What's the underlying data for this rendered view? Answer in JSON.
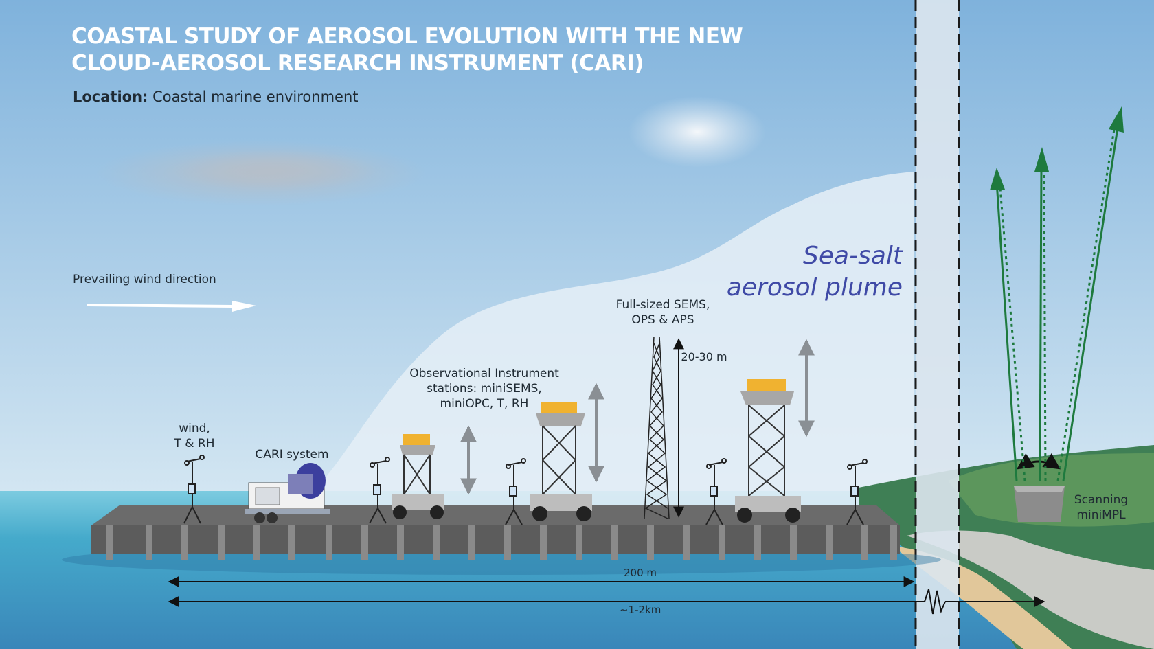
{
  "title": {
    "line1": "COASTAL STUDY OF AEROSOL EVOLUTION WITH THE NEW",
    "line2": "CLOUD-AEROSOL RESEARCH INSTRUMENT (CARI)"
  },
  "location": {
    "label": "Location:",
    "value": "Coastal marine environment"
  },
  "wind": {
    "label": "Prevailing wind direction"
  },
  "plume": {
    "line1": "Sea-salt",
    "line2": "aerosol plume"
  },
  "labels": {
    "wind_station": [
      "wind,",
      "T & RH"
    ],
    "cari": "CARI system",
    "obs_stations": [
      "Observational Instrument",
      "stations: miniSEMS,",
      "miniOPC, T, RH"
    ],
    "full_sized": [
      "Full-sized SEMS,",
      "OPS & APS"
    ],
    "tower_height": "20-30 m",
    "scanning": [
      "Scanning",
      "miniMPL"
    ]
  },
  "dimensions": {
    "pier_length": "200 m",
    "distance": "~1-2km"
  },
  "colors": {
    "sky_top": "#7fb2dc",
    "sky_bottom": "#cfe3f1",
    "sea": "#3fa9c9",
    "plume": "#e4eef6",
    "pier": "#6a6a6a",
    "land": "#3f7f55",
    "lidar_beam": "#1e7a3e",
    "plume_text": "#3f4aa6"
  }
}
